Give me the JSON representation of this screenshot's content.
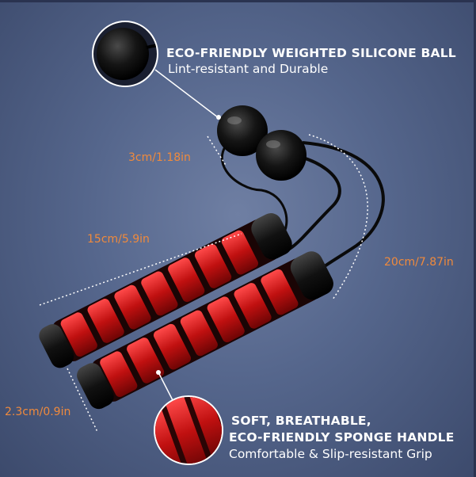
{
  "callouts": {
    "ball": {
      "title": "ECO-FRIENDLY WEIGHTED SILICONE BALL",
      "subtitle": "Lint-resistant and Durable"
    },
    "handle": {
      "title_line1": "SOFT, BREATHABLE,",
      "title_line2": "ECO-FRIENDLY SPONGE HANDLE",
      "subtitle": "Comfortable & Slip-resistant Grip"
    }
  },
  "dimensions": {
    "ball_size": "3cm/1.18in",
    "handle_length": "15cm/5.9in",
    "rope_length": "20cm/7.87in",
    "handle_diameter": "2.3cm/0.9in"
  },
  "colors": {
    "background": "#55668c",
    "dimension_text": "#f08a3c",
    "handle_red": "#d21a1a",
    "handle_black": "#111111"
  }
}
